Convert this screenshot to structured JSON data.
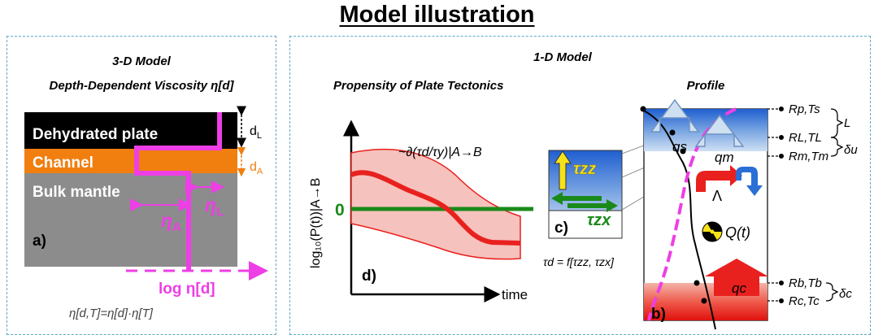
{
  "title": "Model illustration",
  "left_panel": {
    "heading": "3-D Model",
    "subheading": "Depth-Dependent Viscosity η[d]",
    "layers": {
      "dehydrated": "Dehydrated plate",
      "channel": "Channel",
      "bulk": "Bulk mantle"
    },
    "thickness_labels": {
      "dL": "d",
      "dL_sub": "L",
      "dA": "d",
      "dA_sub": "A"
    },
    "viscosity_labels": {
      "etaL": "η",
      "etaL_sub": "L",
      "etaA": "η",
      "etaA_sub": "A"
    },
    "axis_label": "log η[d]",
    "panel_label": "a)",
    "equation": "η[d,T]=η[d]·η[T]",
    "colors": {
      "dehydrated": "#000000",
      "channel": "#f07f10",
      "bulk": "#8c8c8c",
      "viscosity": "#ee3ee6",
      "dA": "#f07f10"
    }
  },
  "right_panel": {
    "heading": "1-D Model",
    "propensity": {
      "title": "Propensity of Plate Tectonics",
      "y_label": "log₁₀(P(t))|A→B",
      "zero_label": "0",
      "x_label": "time",
      "panel_label": "d)",
      "derivative_label": "~∂(τd/τy)|A→B"
    },
    "stress": {
      "tau_zz": "τzz",
      "tau_zx": "τzx",
      "panel_label": "c)",
      "equation": "τd = f[τzz, τzx]"
    },
    "profile": {
      "title": "Profile",
      "panel_label": "b)",
      "fluxes": {
        "qs": "qs",
        "qm": "qm",
        "qc": "qc"
      },
      "Lambda": "Λ",
      "Q": "Q(t)",
      "radii_labels": [
        "Rp,Ts",
        "RL,TL",
        "Rm,Tm",
        "Rb,Tb",
        "Rc,Tc"
      ],
      "brackets": {
        "L": "L",
        "delta_u": "δu",
        "delta_c": "δc"
      }
    },
    "colors": {
      "red": "#e8211f",
      "green": "#1a8a1a",
      "blue": "#2a6fd6",
      "pink": "#f6c2bd",
      "magenta": "#ee3ee6",
      "yellow": "#f6e21a"
    }
  }
}
